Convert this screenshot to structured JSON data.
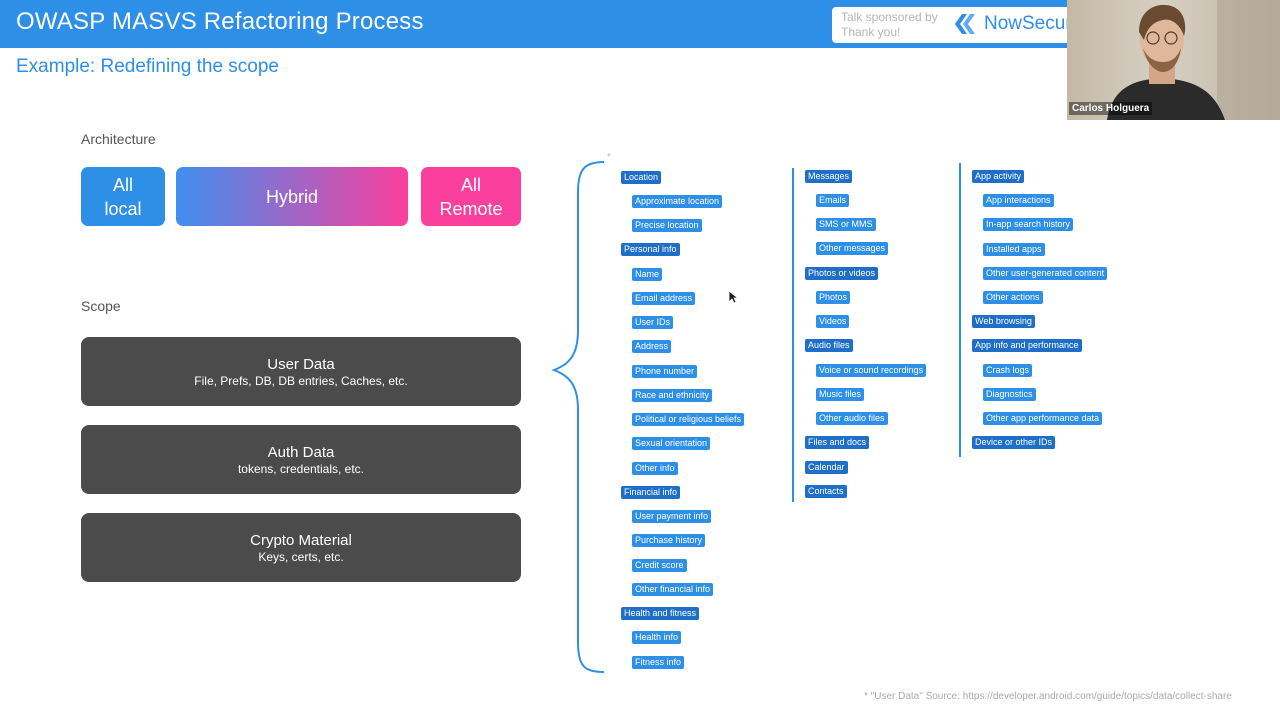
{
  "header": {
    "title": "OWASP MASVS Refactoring Process",
    "sponsor_line1": "Talk sponsored by",
    "sponsor_line2": "Thank you!",
    "sponsor_name": "NowSecure"
  },
  "webcam": {
    "name": "Carlos Holguera"
  },
  "slide": {
    "subtitle": "Example: Redefining the scope",
    "architecture_label": "Architecture",
    "scope_label": "Scope",
    "architecture": [
      {
        "line1": "All",
        "line2": "local",
        "color": "#2e8fe6"
      },
      {
        "line1": "Hybrid",
        "line2": "",
        "color_from": "#3f8ff0",
        "color_to": "#fb3f9d"
      },
      {
        "line1": "All",
        "line2": "Remote",
        "color": "#fb3f9d"
      }
    ],
    "scopes": [
      {
        "title": "User Data",
        "sub": "File, Prefs, DB, DB entries, Caches, etc."
      },
      {
        "title": "Auth Data",
        "sub": "tokens, credentials, etc."
      },
      {
        "title": "Crypto Material",
        "sub": "Keys, certs, etc."
      }
    ],
    "asterisk": "*",
    "footnote": "* \"User Data\" Source: https://developer.android.com/guide/topics/data/collect-share"
  },
  "data_types": {
    "col1": [
      "Location",
      "Approximate location",
      "Precise location",
      "Personal info",
      "Name",
      "Email address",
      "User IDs",
      "Address",
      "Phone number",
      "Race and ethnicity",
      "Political or religious beliefs",
      "Sexual orientation",
      "Other info",
      "Financial info",
      "User payment info",
      "Purchase history",
      "Credit score",
      "Other financial info",
      "Health and fitness",
      "Health info",
      "Fitness info"
    ],
    "col2": [
      "Messages",
      "Emails",
      "SMS or MMS",
      "Other messages",
      "Photos or videos",
      "Photos",
      "Videos",
      "Audio files",
      "Voice or sound recordings",
      "Music files",
      "Other audio files",
      "Files and docs",
      "Calendar",
      "Contacts"
    ],
    "col3": [
      "App activity",
      "App interactions",
      "In-app search history",
      "Installed apps",
      "Other user-generated content",
      "Other actions",
      "Web browsing",
      "App info and performance",
      "Crash logs",
      "Diagnostics",
      "Other app performance data",
      "Device or other IDs"
    ]
  },
  "colors": {
    "accent": "#2e8fe6",
    "pink": "#fb3f9d",
    "dark_box": "#4b4b4b"
  }
}
